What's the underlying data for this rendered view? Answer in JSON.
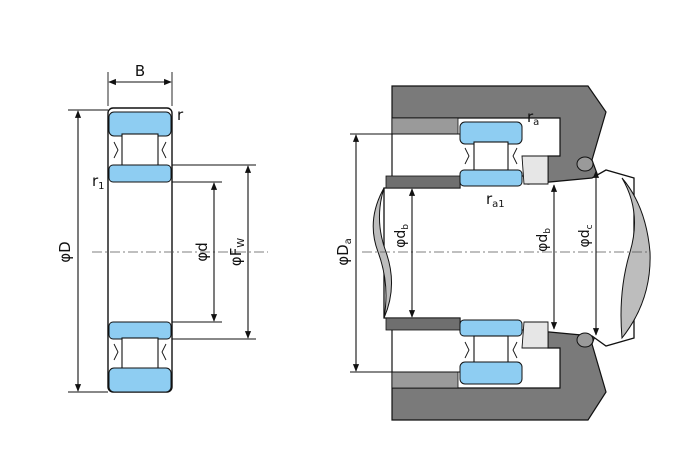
{
  "labels": {
    "B": "B",
    "r": "r",
    "r1_main": "r",
    "r1_sub": "1",
    "phiD": "φD",
    "phid": "φd",
    "phiFw_main": "φF",
    "phiFw_sub": "W",
    "ra_main": "r",
    "ra_sub": "a",
    "ra1_main": "r",
    "ra1_sub": "a1",
    "phiDa_main": "φD",
    "phiDa_sub": "a",
    "phidb_main": "φd",
    "phidb_sub": "b",
    "phidb2_main": "φd",
    "phidb2_sub": "b",
    "phidc_main": "φd",
    "phidc_sub": "c"
  },
  "colors": {
    "ring": "#8ecdf2",
    "housing": "#7a7a7a",
    "shaft": "#ffffff",
    "cavity": "#c8c8c8",
    "ink": "#111111"
  }
}
